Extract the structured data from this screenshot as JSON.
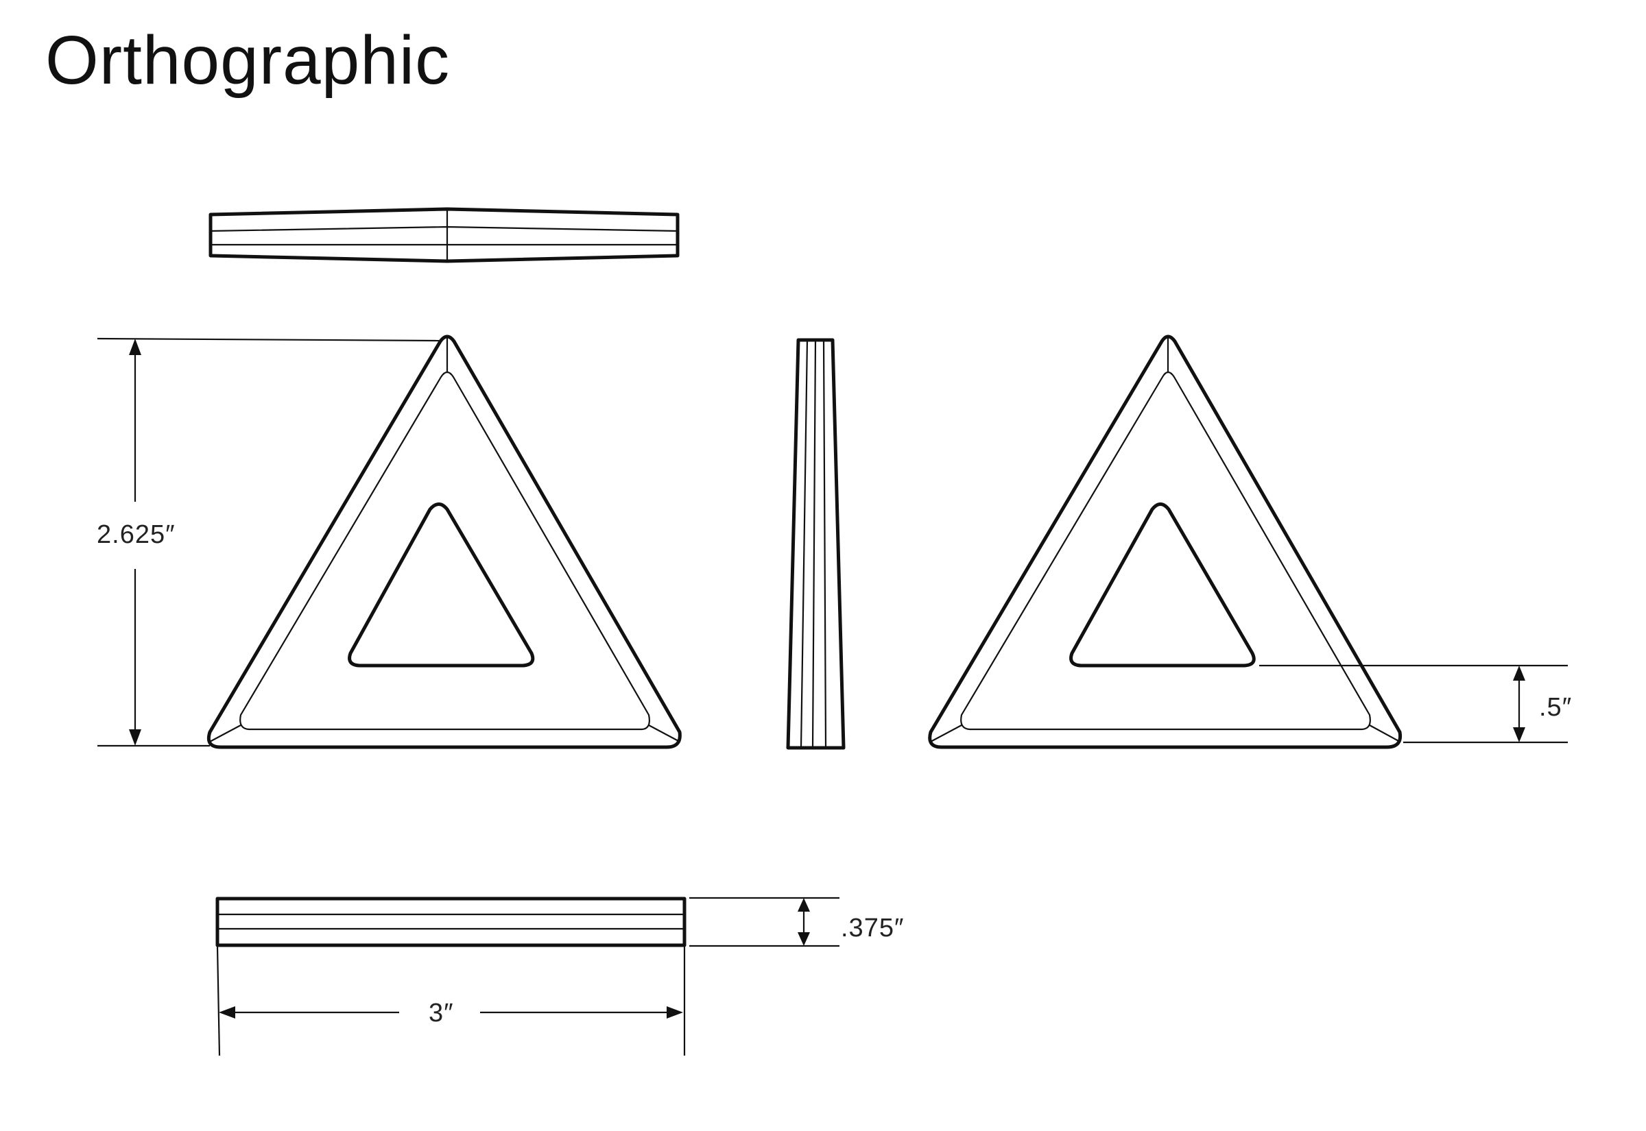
{
  "title": "Orthographic",
  "dimensions": {
    "height": "2.625″",
    "slot_height": ".5″",
    "thickness": ".375″",
    "width": "3″"
  }
}
